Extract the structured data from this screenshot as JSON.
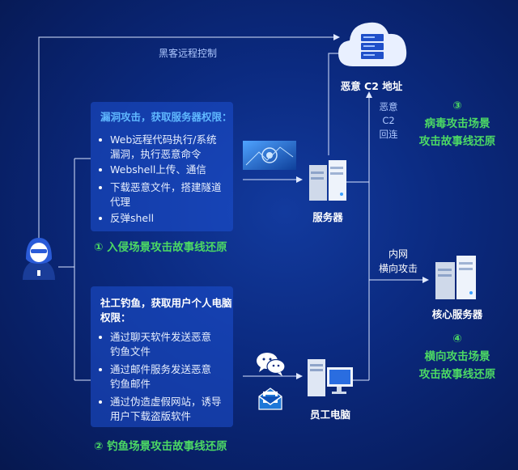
{
  "arrows": {
    "remote_control": "黑客远程控制",
    "c2_callback": [
      "恶意",
      "C2",
      "回连"
    ],
    "lateral": [
      "内网",
      "横向攻击"
    ]
  },
  "c2": {
    "label": "恶意 C2 地址"
  },
  "server": {
    "label": "服务器"
  },
  "core_server": {
    "label": "核心服务器"
  },
  "employee_pc": {
    "label": "员工电脑"
  },
  "panel_intrusion": {
    "title": "漏洞攻击，获取服务器权限：",
    "items": [
      [
        "Web远程代码执行/系统",
        "漏洞，执行恶意命令"
      ],
      [
        "Webshell上传、通信"
      ],
      [
        "下载恶意文件，搭建隧道",
        "代理"
      ],
      [
        "反弹shell"
      ]
    ],
    "scene": "① 入侵场景攻击故事线还原"
  },
  "panel_phishing": {
    "title": [
      "社工钓鱼，获取用户个人电脑",
      "权限："
    ],
    "items": [
      [
        "通过聊天软件发送恶意",
        "钓鱼文件"
      ],
      [
        "通过邮件服务发送恶意",
        "钓鱼邮件"
      ],
      [
        "通过伪造虚假网站，诱导",
        "用户下载盗版软件"
      ]
    ],
    "scene": "② 钓鱼场景攻击故事线还原"
  },
  "scene_virus": {
    "num": "③",
    "lines": [
      "病毒攻击场景",
      "攻击故事线还原"
    ]
  },
  "scene_lateral": {
    "num": "④",
    "lines": [
      "横向攻击场景",
      "攻击故事线还原"
    ]
  },
  "colors": {
    "accent_green": "#4cd964",
    "panel": "#1f55d6",
    "line": "#d9e4ff"
  },
  "icons": [
    "hacker-icon",
    "cloud-server-icon",
    "server-icon",
    "core-server-icon",
    "pc-icon",
    "wechat-icon",
    "email-icon",
    "network-image"
  ]
}
